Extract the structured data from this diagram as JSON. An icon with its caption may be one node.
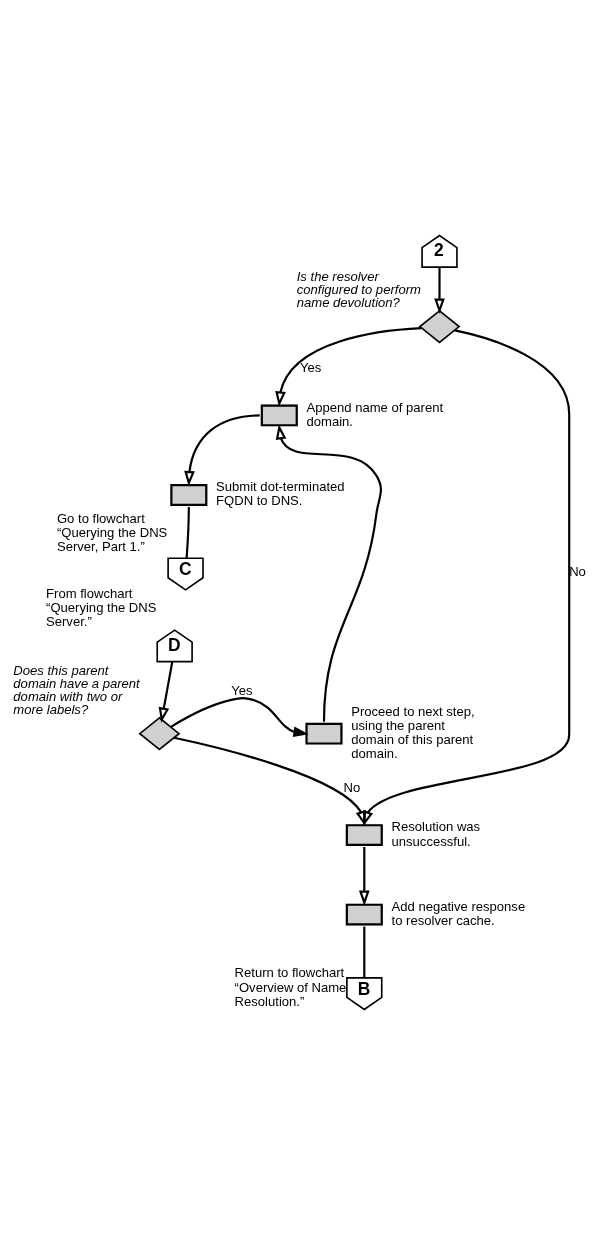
{
  "diagram": {
    "nodes": [
      {
        "text": [
          "2"
        ]
      },
      {
        "text": [],
        "shape": "diamond",
        "beside": [
          "Is the resolver configured to perform name devolution?"
        ]
      },
      {
        "text": [],
        "shape": "box",
        "beside": [
          "Append name of parent domain."
        ]
      },
      {
        "text": [],
        "shape": "box",
        "beside": [
          "Submit dot-terminated FQDN to DNS."
        ]
      },
      {
        "text": [
          "C"
        ],
        "beside": [
          "Go to flowchart “Querying the DNS Server, Part 1.”"
        ]
      },
      {
        "text": [
          "D"
        ],
        "beside": [
          "From flowchart “Querying the DNS Server.”"
        ]
      },
      {
        "text": [],
        "shape": "diamond",
        "beside": [
          "Does this parent domain have a parent domain with two or more labels?"
        ]
      },
      {
        "text": [],
        "shape": "box",
        "beside": [
          "Proceed to next step, using the parent domain of this parent domain."
        ]
      },
      {
        "text": [],
        "shape": "box",
        "beside": [
          "Resolution was unsuccessful."
        ]
      },
      {
        "text": [],
        "shape": "box",
        "beside": [
          "Add negative response to resolver cache."
        ]
      },
      {
        "text": [
          "B"
        ],
        "beside": [
          "Return to flowchart “Overview of Name Resolution.”"
        ]
      }
    ],
    "edges": [
      {
        "from": 0,
        "to": 1,
        "arrow": "to"
      },
      {
        "from": 1,
        "to": 2,
        "arrow": "to",
        "label": "Yes"
      },
      {
        "from": 1,
        "to": 8,
        "arrow": "to",
        "label": "No"
      },
      {
        "from": 2,
        "to": 3,
        "arrow": "to"
      },
      {
        "from": 3,
        "to": 4,
        "arrow": "none"
      },
      {
        "from": 5,
        "to": 6,
        "arrow": "to"
      },
      {
        "from": 6,
        "to": 7,
        "arrow": "to",
        "label": "Yes"
      },
      {
        "from": 7,
        "to": 2,
        "arrow": "to"
      },
      {
        "from": 6,
        "to": 8,
        "arrow": "to",
        "label": "No"
      },
      {
        "from": 8,
        "to": 9,
        "arrow": "to"
      },
      {
        "from": 9,
        "to": 10,
        "arrow": "none"
      }
    ]
  }
}
